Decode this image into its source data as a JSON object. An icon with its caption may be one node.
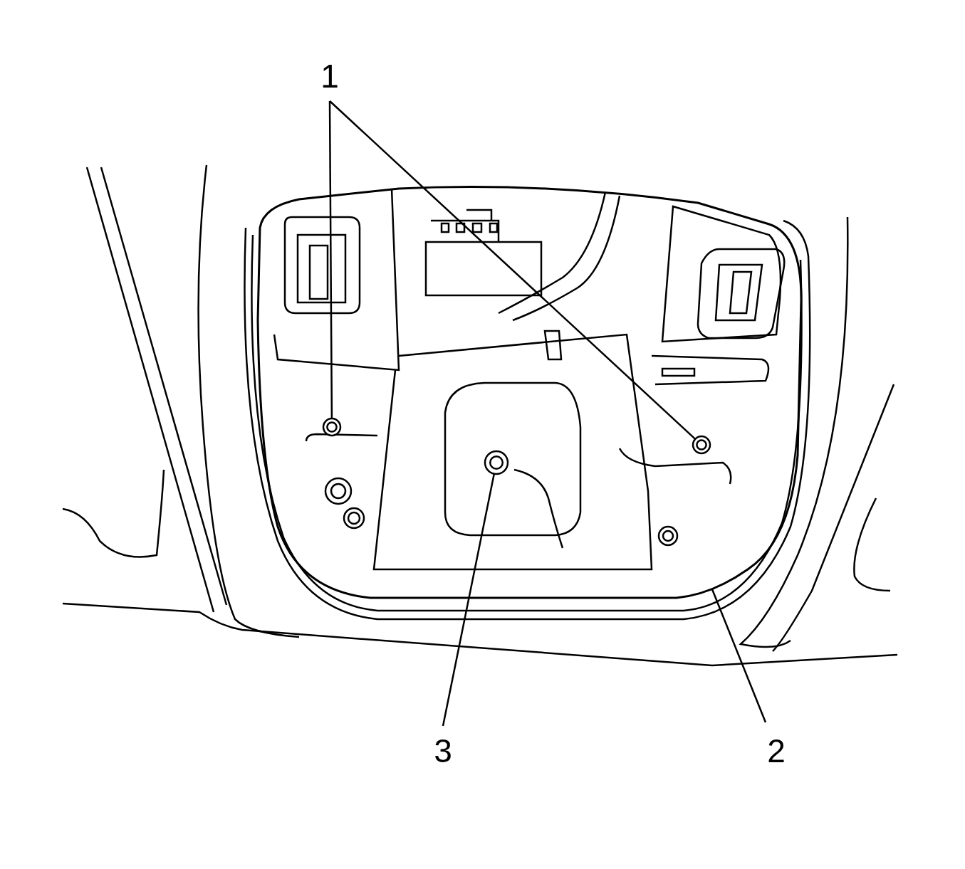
{
  "diagram": {
    "nodes": [
      {
        "text": [
          "1"
        ]
      },
      {
        "text": [],
        "shape": "picture"
      },
      {
        "text": [],
        "shape": "circle",
        "in": 1
      },
      {
        "text": [],
        "shape": "circle",
        "in": 1
      },
      {
        "text": [],
        "shape": "circle",
        "in": 1
      },
      {
        "text": [
          "3"
        ]
      },
      {
        "text": [
          "2"
        ]
      }
    ],
    "edges": [
      {
        "from": 0,
        "to": 2,
        "arrow": "none"
      },
      {
        "from": 0,
        "to": 3,
        "arrow": "none"
      },
      {
        "from": 5,
        "to": 4,
        "arrow": "none"
      },
      {
        "from": 6,
        "to": 1,
        "arrow": "none"
      }
    ]
  }
}
